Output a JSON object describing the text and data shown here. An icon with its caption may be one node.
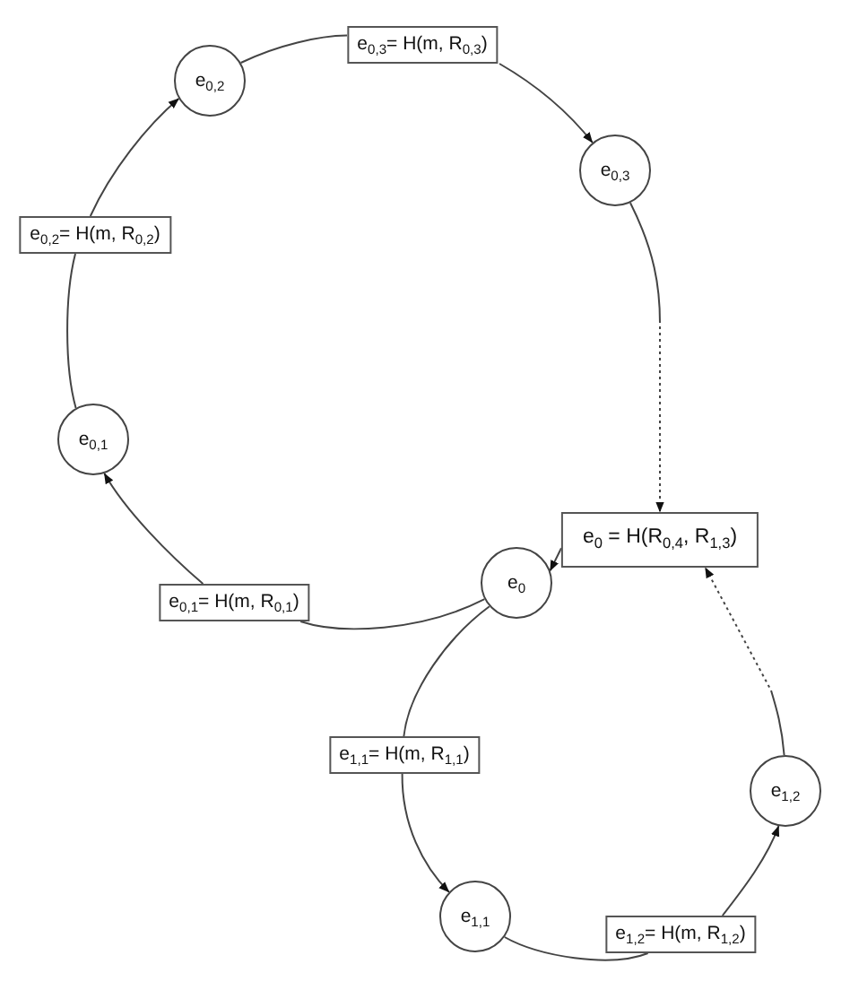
{
  "diagram": {
    "nodes": [
      {
        "text": [
          "e$_{0,3}$= H(m, R$_{0,3}$)"
        ]
      },
      {
        "text": [
          "e$_{0,2}$"
        ]
      },
      {
        "text": [
          "e$_{0,3}$"
        ]
      },
      {
        "text": [
          "e$_{0,2}$= H(m, R$_{0,2}$)"
        ]
      },
      {
        "text": [
          "e$_{0,1}$"
        ]
      },
      {
        "text": [
          "e$_{0}$ = H(R$_{0,4}$, R$_{1,3}$)"
        ]
      },
      {
        "text": [
          "e$_{0}$"
        ]
      },
      {
        "text": [
          "e$_{0,1}$= H(m, R$_{0,1}$)"
        ]
      },
      {
        "text": [
          "e$_{1,1}$= H(m, R$_{1,1}$)"
        ]
      },
      {
        "text": [
          "e$_{1,2}$"
        ]
      },
      {
        "text": [
          "e$_{1,1}$"
        ]
      },
      {
        "text": [
          "e$_{1,2}$= H(m, R$_{1,2}$)"
        ]
      }
    ],
    "edges": [
      {
        "from": 6,
        "to": 7,
        "arrow": "none"
      },
      {
        "from": 7,
        "to": 4,
        "arrow": "to"
      },
      {
        "from": 4,
        "to": 3,
        "arrow": "none"
      },
      {
        "from": 3,
        "to": 1,
        "arrow": "to"
      },
      {
        "from": 1,
        "to": 0,
        "arrow": "none"
      },
      {
        "from": 0,
        "to": 2,
        "arrow": "to"
      },
      {
        "from": 2,
        "to": 5,
        "arrow": "to",
        "style": "dashed"
      },
      {
        "from": 5,
        "to": 6,
        "arrow": "to"
      },
      {
        "from": 6,
        "to": 8,
        "arrow": "none"
      },
      {
        "from": 8,
        "to": 10,
        "arrow": "to"
      },
      {
        "from": 10,
        "to": 11,
        "arrow": "none"
      },
      {
        "from": 11,
        "to": 9,
        "arrow": "to"
      },
      {
        "from": 9,
        "to": 5,
        "arrow": "to",
        "style": "dashed"
      }
    ]
  }
}
